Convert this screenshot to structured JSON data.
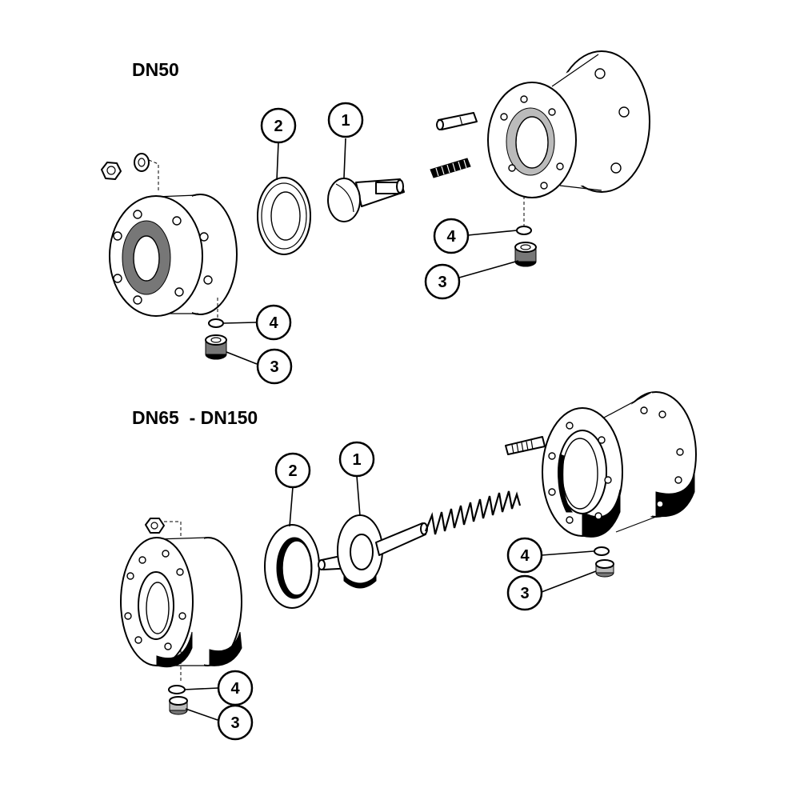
{
  "sections": [
    {
      "title": "DN50",
      "callouts": [
        {
          "label": "1",
          "part": "valve-disc"
        },
        {
          "label": "2",
          "part": "seat-ring"
        },
        {
          "label": "3",
          "part": "drain-plug"
        },
        {
          "label": "3",
          "part": "drain-plug"
        },
        {
          "label": "4",
          "part": "sealing-washer"
        },
        {
          "label": "4",
          "part": "sealing-washer"
        }
      ]
    },
    {
      "title": "DN65  - DN150",
      "callouts": [
        {
          "label": "1",
          "part": "valve-disc"
        },
        {
          "label": "2",
          "part": "seat-ring"
        },
        {
          "label": "3",
          "part": "drain-plug"
        },
        {
          "label": "3",
          "part": "drain-plug"
        },
        {
          "label": "4",
          "part": "sealing-washer"
        },
        {
          "label": "4",
          "part": "sealing-washer"
        }
      ]
    }
  ]
}
